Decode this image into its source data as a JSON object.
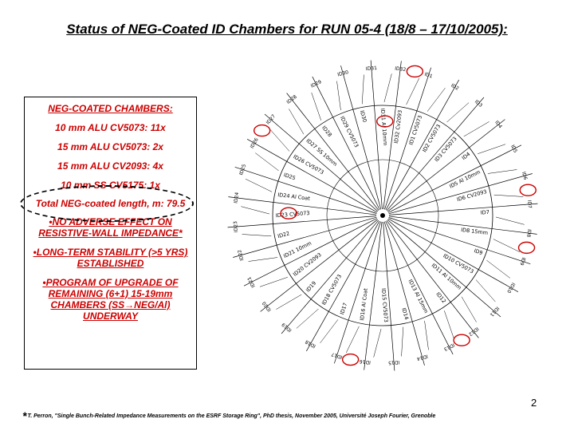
{
  "title": "Status of NEG-Coated ID Chambers for RUN 05-4 (18/8 – 17/10/2005):",
  "box": {
    "heading": "NEG-COATED CHAMBERS:",
    "line1": "10 mm ALU CV5073: 11x",
    "line2": "15 mm ALU CV5073: 2x",
    "line3": "15 mm ALU CV2093: 4x",
    "line4": "10 mm SS CV5175: 1x",
    "total": "Total NEG-coated length, m: 79.5",
    "bullet1": "•NO ADVERSE EFFECT ON RESISTIVE-WALL IMPEDANCE*",
    "bullet2": "•LONG-TERM STABILITY (>5 YRS) ESTABLISHED",
    "bullet3_a": "•PROGRAM OF UPGRADE OF REMAINING (6+1) 15-19mm CHAMBERS (SS",
    "bullet3_arrow": "→",
    "bullet3_b": "NEG/Al) UNDERWAY"
  },
  "footnote": {
    "star": "*",
    "text": "T. Perron, \"Single Bunch-Related Impedance Measurements on the ESRF Storage Ring\", PhD thesis, November 2005, Université Joseph Fourier, Grenoble"
  },
  "page_number": "2",
  "diagram": {
    "spoke_labels": [
      "ID32 Cv2093",
      "ID1 CV5073",
      "ID2 CV5073",
      "ID3 CV5073",
      "ID4",
      "ID5 Al 10mm",
      "ID6 CV2093",
      "ID7",
      "ID8 15mm",
      "ID9",
      "ID10 CV5073",
      "ID11 Al 10mm",
      "ID12",
      "ID13 Al 15mm",
      "ID14",
      "ID15 CV5073",
      "ID16 Al Coat",
      "ID17",
      "ID18 CV5073",
      "ID19",
      "ID20 CV2093",
      "ID21 10mm",
      "ID22",
      "ID23 CV5073",
      "ID24 Al Coat",
      "ID25",
      "ID26 CV5073",
      "ID27 SS 10mm",
      "ID28",
      "ID29 CV5073",
      "ID30",
      "ID31 Al 10mm"
    ],
    "circled_labels": [
      "ID32",
      "ID6",
      "ID8",
      "ID12",
      "ID16",
      "ID23",
      "ID26",
      "ID31"
    ],
    "colors": {
      "lines": "#000000",
      "highlight": "#cc0000",
      "box_text": "#cc0000"
    }
  }
}
